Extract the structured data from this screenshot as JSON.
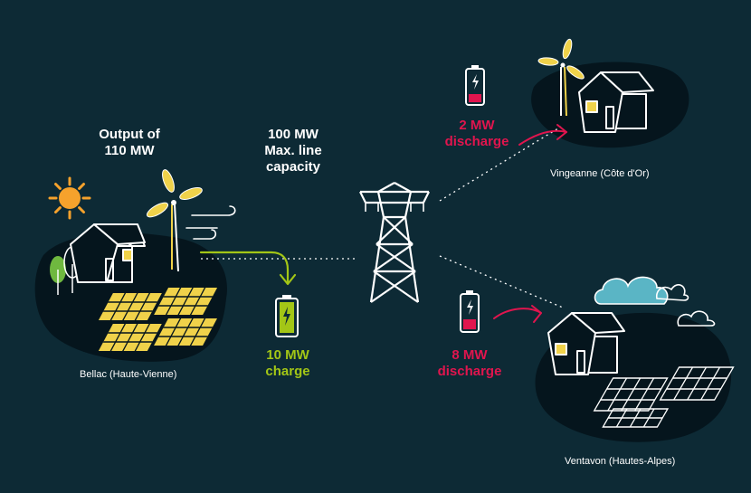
{
  "labels": {
    "output_line1": "Output of",
    "output_line2": "110 MW",
    "capacity_line1": "100 MW",
    "capacity_line2": "Max. line",
    "capacity_line3": "capacity",
    "charge_value": "10 MW",
    "charge_word": "charge",
    "discharge_top_value": "2 MW",
    "discharge_top_word": "discharge",
    "discharge_bottom_value": "8 MW",
    "discharge_bottom_word": "discharge"
  },
  "sites": {
    "bellac": "Bellac (Haute-Vienne)",
    "vingeanne": "Vingeanne (Côte d'Or)",
    "ventavon": "Ventavon (Hautes-Alpes)"
  },
  "colors": {
    "background": "#0d2a35",
    "island": "#05151d",
    "white": "#ffffff",
    "charge_green": "#a3c616",
    "discharge_red": "#e0154e",
    "solar_yellow": "#f0d24a",
    "sun_orange": "#f6a22c",
    "cloud_teal": "#5ab5c5",
    "tree_green": "#6fb83f"
  },
  "icons": {
    "sun": "sun-icon",
    "wind_turbine": "wind-turbine-icon",
    "wind": "wind-gust-icon",
    "battery": "battery-icon",
    "pylon": "power-pylon-icon",
    "cloud": "cloud-icon",
    "house": "house-icon",
    "solar_panel": "solar-panel-icon",
    "tree": "tree-icon"
  }
}
